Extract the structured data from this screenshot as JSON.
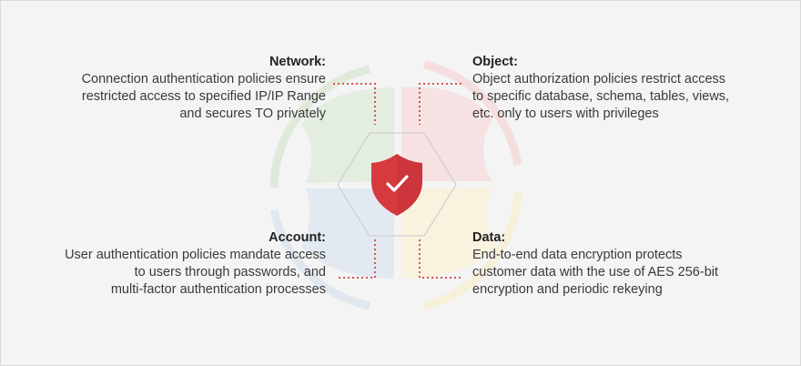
{
  "quadrants": {
    "network": {
      "title": "Network:",
      "lines": [
        "Connection authentication policies ensure",
        "restricted access to specified IP/IP Range",
        "and secures TO privately"
      ]
    },
    "object": {
      "title": "Object:",
      "lines": [
        "Object authorization policies restrict access",
        "to specific database, schema, tables, views,",
        "etc. only to users with privileges"
      ]
    },
    "account": {
      "title": "Account:",
      "lines": [
        "User authentication policies mandate access",
        "to users through passwords, and",
        "multi-factor authentication processes"
      ]
    },
    "data": {
      "title": "Data:",
      "lines": [
        "End-to-end data encryption protects",
        "customer data with the use of AES 256-bit",
        "encryption and periodic rekeying"
      ]
    }
  },
  "center_icon": "shield-check-icon",
  "colors": {
    "accent_red": "#d63a3f",
    "connector": "#d9534f",
    "tint_green": "#dbe9d6",
    "tint_red": "#f4d9d9",
    "tint_blue": "#dde6ef",
    "tint_yellow": "#f6efd4"
  }
}
